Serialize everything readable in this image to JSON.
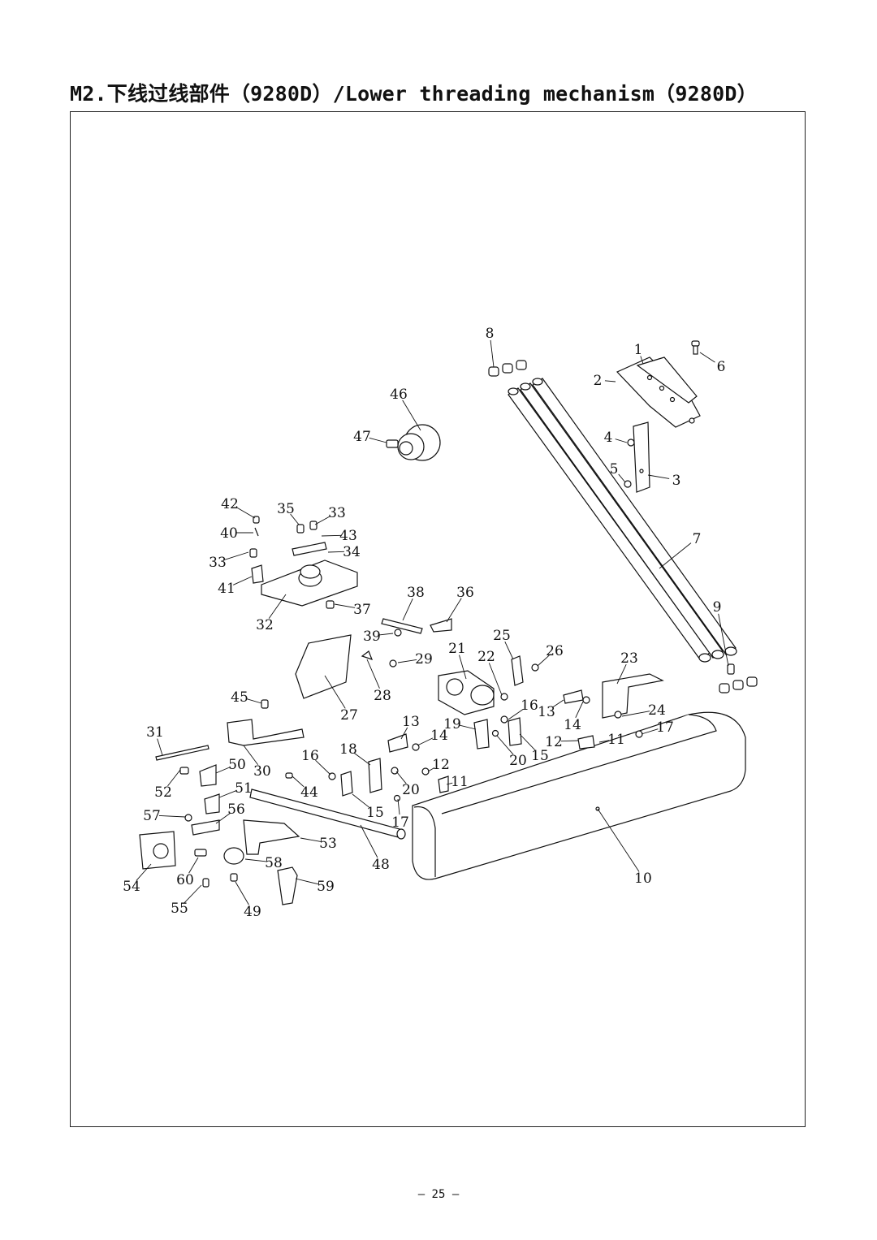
{
  "title": "M2.下线过线部件（9280D）/Lower threading mechanism（9280D）",
  "page_number": "— 25 —",
  "part_numbers": [
    "1",
    "2",
    "3",
    "4",
    "5",
    "6",
    "7",
    "8",
    "9",
    "10",
    "11",
    "11",
    "12",
    "12",
    "13",
    "13",
    "14",
    "14",
    "15",
    "15",
    "16",
    "16",
    "17",
    "17",
    "18",
    "19",
    "20",
    "20",
    "21",
    "22",
    "23",
    "24",
    "25",
    "26",
    "27",
    "28",
    "29",
    "30",
    "31",
    "32",
    "33",
    "33",
    "34",
    "35",
    "36",
    "37",
    "38",
    "39",
    "40",
    "41",
    "42",
    "43",
    "44",
    "45",
    "46",
    "47",
    "48",
    "49",
    "50",
    "51",
    "52",
    "53",
    "54",
    "55",
    "56",
    "57",
    "58",
    "59",
    "60"
  ]
}
